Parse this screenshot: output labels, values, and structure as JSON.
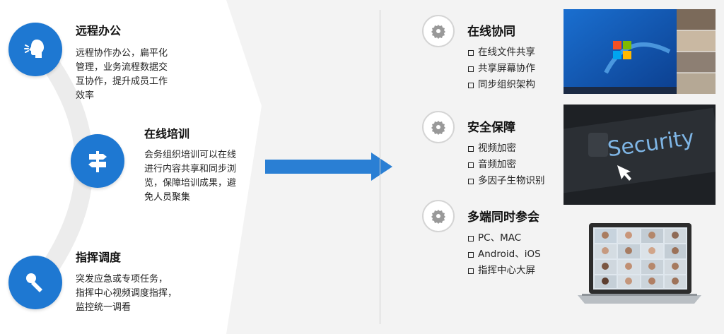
{
  "left": {
    "items": [
      {
        "title": "远程办公",
        "desc": [
          "远程协作办公，扁平化",
          "管理，业务流程数据交",
          "互协作，提升成员工作",
          "效率"
        ],
        "icon": "speaking-head-icon"
      },
      {
        "title": "在线培训",
        "desc": [
          "会务组织培训可以在线",
          "进行内容共享和同步浏",
          "览，保障培训成果，避",
          "免人员聚集"
        ],
        "icon": "signpost-icon"
      },
      {
        "title": "指挥调度",
        "desc": [
          "突发应急或专项任务，",
          "指挥中心视频调度指挥，",
          "监控统一调看"
        ],
        "icon": "microphone-icon"
      }
    ]
  },
  "right": {
    "sections": [
      {
        "title": "在线协同",
        "bullets": [
          "在线文件共享",
          "共享屏幕协作",
          "同步组织架构"
        ],
        "image": "windows-desktop-screenshot"
      },
      {
        "title": "安全保障",
        "bullets": [
          "视频加密",
          "音频加密",
          "多因子生物识别"
        ],
        "image": "security-keyboard-photo",
        "image_text": "Security"
      },
      {
        "title": "多端同时参会",
        "bullets": [
          "PC、MAC",
          "Android、iOS",
          "指挥中心大屏"
        ],
        "image": "laptop-video-conference-photo"
      }
    ]
  },
  "colors": {
    "accent": "#1e78d2",
    "arrow": "#2a7fd4",
    "panel": "#f2f2f2"
  }
}
